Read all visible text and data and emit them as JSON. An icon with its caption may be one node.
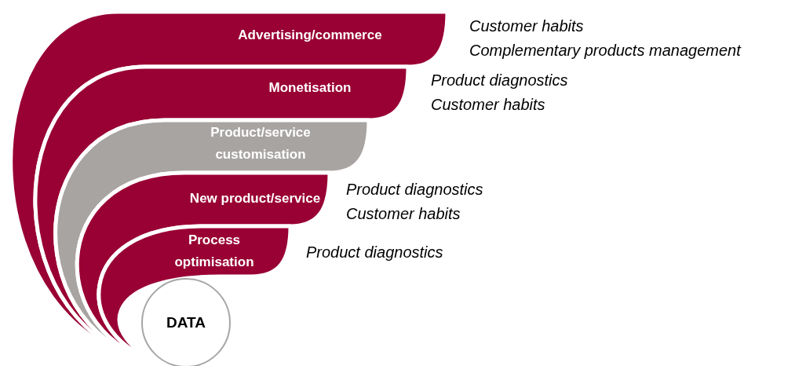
{
  "diagram": {
    "nodes": [
      {
        "text": [
          "Advertising/commerce"
        ],
        "beside": [
          "Customer habits",
          "Complementary products management"
        ]
      },
      {
        "text": [
          "Monetisation"
        ],
        "beside": [
          "Product diagnostics",
          "Customer habits"
        ]
      },
      {
        "text": [
          "Product/service customisation"
        ]
      },
      {
        "text": [
          "New product/service"
        ],
        "beside": [
          "Product diagnostics",
          "Customer habits"
        ]
      },
      {
        "text": [
          "Process optimisation"
        ],
        "beside": [
          "Product diagnostics"
        ]
      },
      {
        "text": [
          "DATA"
        ]
      }
    ],
    "edges": []
  }
}
